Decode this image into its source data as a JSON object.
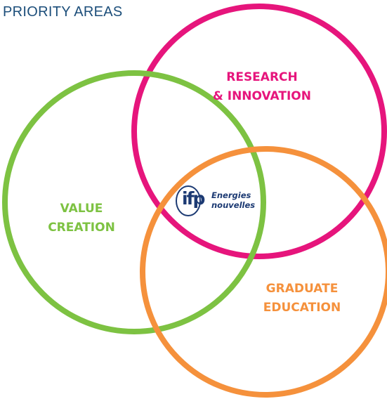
{
  "title": "PRIORITY AREAS",
  "circles": {
    "research": {
      "line1": "RESEARCH",
      "line2": "& INNOVATION",
      "color": "#e6157c"
    },
    "value": {
      "line1": "VALUE",
      "line2": "CREATION",
      "color": "#7dc242"
    },
    "graduate": {
      "line1": "GRADUATE",
      "line2": "EDUCATION",
      "color": "#f5913c"
    }
  },
  "logo": {
    "mark": "ifp",
    "line1": "Energies",
    "line2": "nouvelles",
    "color": "#1c3a73"
  }
}
